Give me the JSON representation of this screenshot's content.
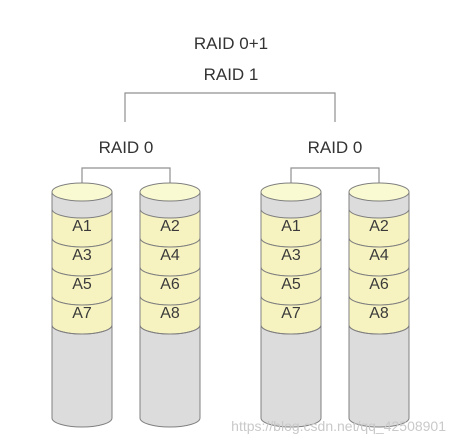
{
  "diagram": {
    "top_label": "RAID 0+1",
    "mirror_label": "RAID 1",
    "groups": [
      {
        "label": "RAID 0",
        "disks": [
          {
            "blocks": [
              "A1",
              "A3",
              "A5",
              "A7"
            ]
          },
          {
            "blocks": [
              "A2",
              "A4",
              "A6",
              "A8"
            ]
          }
        ]
      },
      {
        "label": "RAID 0",
        "disks": [
          {
            "blocks": [
              "A1",
              "A3",
              "A5",
              "A7"
            ]
          },
          {
            "blocks": [
              "A2",
              "A4",
              "A6",
              "A8"
            ]
          }
        ]
      }
    ],
    "watermark": "https://blog.csdn.net/qq_42508901",
    "colors": {
      "disk_top": "#fafad2",
      "block_fill": "#f7f3c0",
      "disk_body": "#dcdcdc",
      "outline": "#808080",
      "connector": "#909090"
    }
  }
}
